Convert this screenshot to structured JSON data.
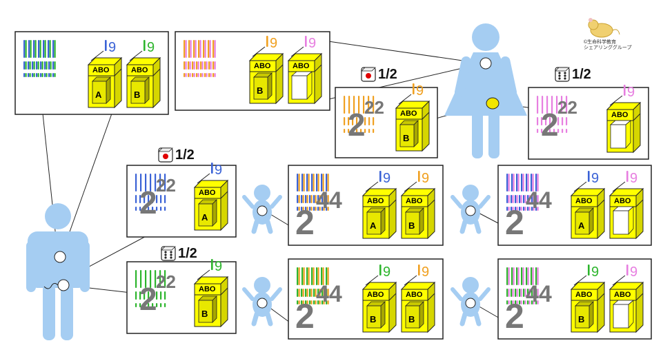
{
  "credit": {
    "line1": "©生命科学教育",
    "line2": "シェアリンググループ"
  },
  "box_label": "ABO",
  "probability": "1/2",
  "chr9": "9",
  "chr22": "22",
  "chr44": "44",
  "chr2": "2",
  "colors": {
    "box_yellow": "#ffff00",
    "person_blue": "#a5cdf2",
    "blue": "#3a62d6",
    "green": "#2db52d",
    "orange": "#f0a020",
    "pink": "#e77ee0",
    "gray": "#777777"
  },
  "panels": [
    {
      "name": "father-somatic-panel",
      "chrColors": [
        "blue",
        "green"
      ],
      "alleles": [
        "A",
        "B"
      ],
      "nums": [
        "9",
        "9"
      ]
    },
    {
      "name": "mother-somatic-panel",
      "chrColors": [
        "orange",
        "pink"
      ],
      "alleles": [
        "B",
        ""
      ],
      "nums": [
        "9",
        "9"
      ]
    },
    {
      "name": "egg-b-panel",
      "chrColors": [
        "orange"
      ],
      "alleles": [
        "B"
      ],
      "nums": [
        "9"
      ]
    },
    {
      "name": "egg-o-panel",
      "chrColors": [
        "pink"
      ],
      "alleles": [
        ""
      ],
      "nums": [
        "9"
      ]
    },
    {
      "name": "sperm-a-panel",
      "chrColors": [
        "blue"
      ],
      "alleles": [
        "A"
      ],
      "nums": [
        "9"
      ]
    },
    {
      "name": "sperm-b-panel",
      "chrColors": [
        "green"
      ],
      "alleles": [
        "B"
      ],
      "nums": [
        "9"
      ]
    },
    {
      "name": "child-ab-panel",
      "chrColors": [
        "blue",
        "orange"
      ],
      "alleles": [
        "A",
        "B"
      ],
      "nums": [
        "9",
        "9"
      ]
    },
    {
      "name": "child-ao-panel",
      "chrColors": [
        "blue",
        "pink"
      ],
      "alleles": [
        "A",
        ""
      ],
      "nums": [
        "9",
        "9"
      ]
    },
    {
      "name": "child-bb-panel",
      "chrColors": [
        "green",
        "orange"
      ],
      "alleles": [
        "B",
        "B"
      ],
      "nums": [
        "9",
        "9"
      ]
    },
    {
      "name": "child-bo-panel",
      "chrColors": [
        "green",
        "pink"
      ],
      "alleles": [
        "B",
        ""
      ],
      "nums": [
        "9",
        "9"
      ]
    }
  ]
}
